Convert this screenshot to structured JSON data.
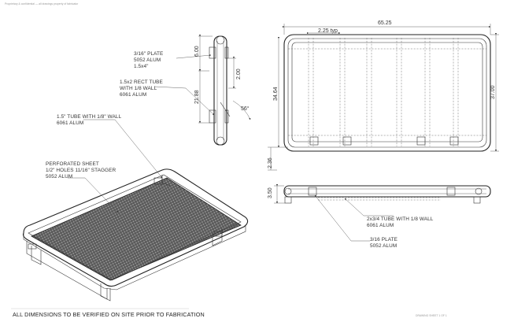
{
  "header": {
    "copyright_line": "Proprietary & confidential — all drawings property of fabricator"
  },
  "notes": {
    "plate_top": [
      "3/16\" PLATE",
      "5052 ALUM",
      "1.5x4\""
    ],
    "rect_tube": [
      "1.5x2 RECT TUBE",
      "WITH 1/8 WALL",
      "6061 ALUM"
    ],
    "round_tube": [
      "1.5\" TUBE WITH 1/8\" WALL",
      "6061 ALUM"
    ],
    "perforated": [
      "PERFORATED SHEET",
      "1/2\" HOLES 11/16\" STAGGER",
      "5052 ALUM"
    ],
    "tube_2x34": [
      "2x3/4 TUBE WITH 1/8 WALL",
      "6061 ALUM"
    ],
    "plate_bottom": [
      "3/16 PLATE",
      "5052 ALUM"
    ]
  },
  "dimensions": {
    "d600": "6.00",
    "d200": "2.00",
    "d2188": "21.88",
    "angle": "56°",
    "overall_width": "65.25",
    "spacing": "2.25 typ",
    "inner_length": "34.64",
    "overall_length": "37.00",
    "d236": "2.36",
    "height": "3.50"
  },
  "footer": {
    "disclaimer": "ALL DIMENSIONS TO BE VERIFIED ON SITE PRIOR TO FABRICATION",
    "sheet_info": "DRAWING  SHEET 1 OF 1"
  }
}
